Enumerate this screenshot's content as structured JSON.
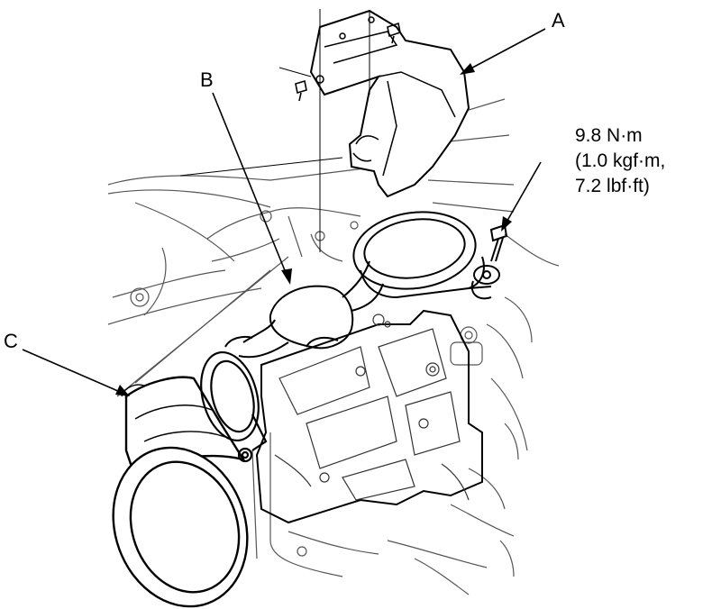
{
  "callouts": {
    "a": "A",
    "b": "B",
    "c": "C"
  },
  "torque": {
    "line1": "9.8 N·m",
    "line2": "(1.0 kgf·m,",
    "line3": "7.2 lbf·ft)"
  }
}
